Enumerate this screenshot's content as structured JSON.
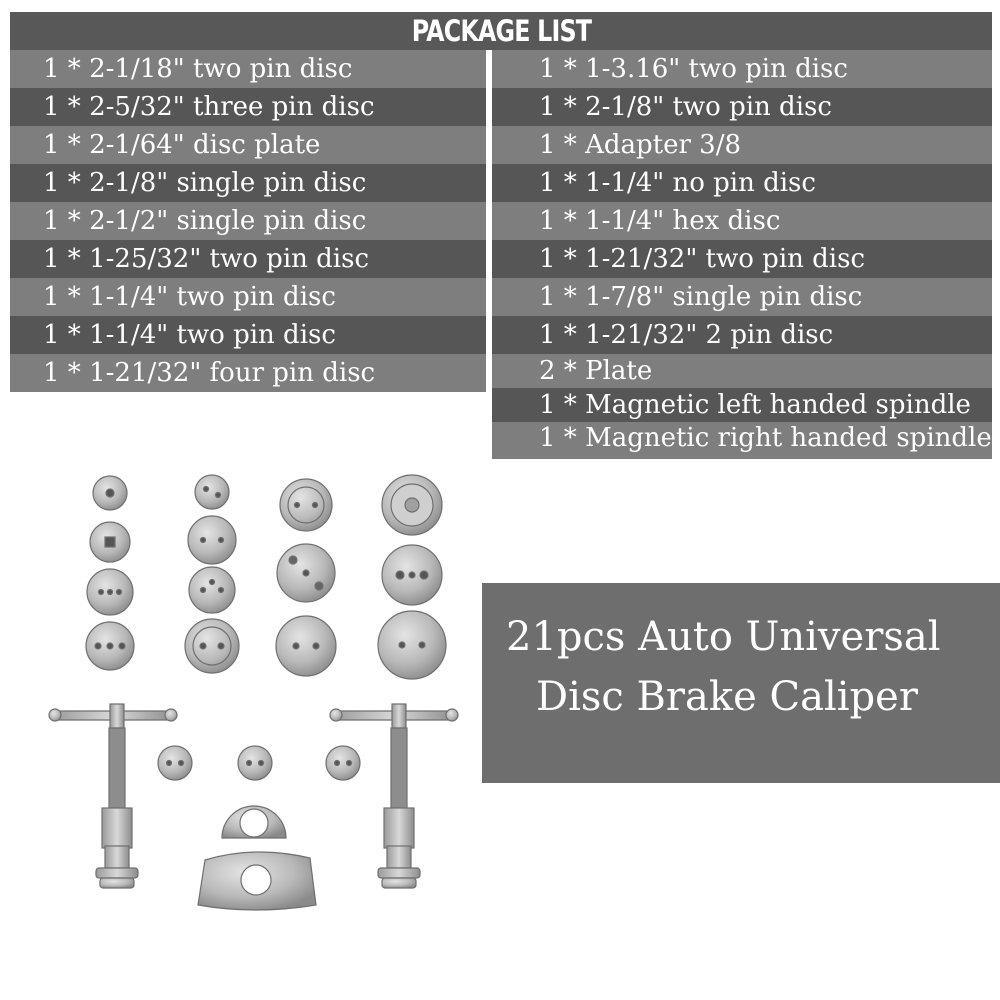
{
  "header": {
    "title": "PACKAGE LIST"
  },
  "left_list": [
    "1 * 2-1/18\" two pin disc",
    "1 * 2-5/32\" three pin disc",
    "1 * 2-1/64\" disc plate",
    "1 * 2-1/8\" single pin disc",
    "1 * 2-1/2\" single pin disc",
    "1 * 1-25/32\" two pin disc",
    "1 * 1-1/4\" two pin disc",
    "1 * 1-1/4\" two pin disc",
    "1 * 1-21/32\" four pin disc"
  ],
  "right_list": [
    "1 * 1-3.16\" two pin disc",
    "1 * 2-1/8\" two pin disc",
    "1 * Adapter 3/8",
    "1 * 1-1/4\" no pin disc",
    "1 * 1-1/4\" hex disc",
    "1 * 1-21/32\" two pin disc",
    "1 * 1-7/8\" single pin disc",
    "1 * 1-21/32\" 2 pin disc",
    "2 * Plate",
    "1 * Magnetic left handed spindle",
    "1 * Magnetic right handed spindle"
  ],
  "product_title": {
    "line1": "21pcs Auto Universal",
    "line2": "Disc Brake Caliper"
  },
  "colors": {
    "header_bg": "#585858",
    "row_light": "#7e7e7e",
    "row_dark": "#565656",
    "title_box_bg": "#6e6e6e",
    "text": "#ffffff"
  }
}
